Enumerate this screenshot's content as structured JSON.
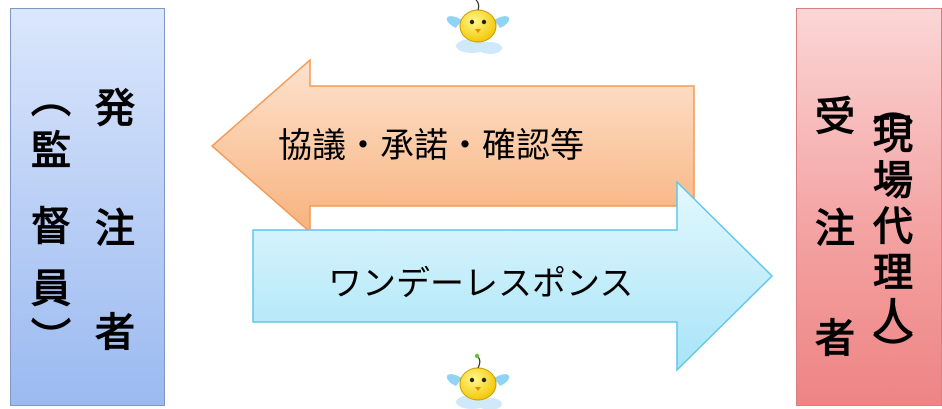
{
  "left_party": {
    "name_chars": [
      "発",
      "注",
      "者"
    ],
    "role_chars": [
      "︵",
      "監",
      "督",
      "員",
      "︶"
    ]
  },
  "right_party": {
    "name_chars": [
      "受",
      "注",
      "者"
    ],
    "role_chars": [
      "︵",
      "現",
      "場",
      "代",
      "理",
      "人",
      "︶"
    ]
  },
  "arrows": {
    "top_label": "協議・承諾・確認等",
    "bottom_label": "ワンデーレスポンス"
  },
  "colors": {
    "left_box": "#b7cdf5",
    "right_box": "#f4a3a3",
    "top_arrow": "#fbc49a",
    "bottom_arrow": "#bfeefa",
    "mascot": "#ffe600"
  }
}
